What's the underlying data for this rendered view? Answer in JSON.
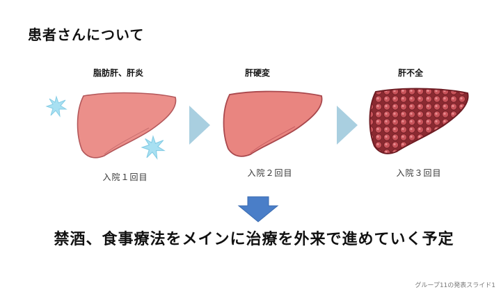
{
  "slide": {
    "title": "患者さんについて",
    "stages": [
      {
        "label": "脂肪肝、肝炎",
        "visit": "入院１回目"
      },
      {
        "label": "肝硬変",
        "visit": "入院２回目"
      },
      {
        "label": "肝不全",
        "visit": "入院３回目"
      }
    ],
    "conclusion": "禁酒、食事療法をメインに治療を外来で進めていく予定",
    "footer": "グループ11の発表スライド1"
  },
  "colors": {
    "liver_fill": "#eb8f8a",
    "liver_dark": "#9c3138",
    "arrow_right": "#a9cfe0",
    "arrow_down": "#4a7ec8",
    "sparkle": "#a8e0f2"
  },
  "icons": [
    "sparkle-icon",
    "chevron-right-icon",
    "arrow-down-icon"
  ]
}
